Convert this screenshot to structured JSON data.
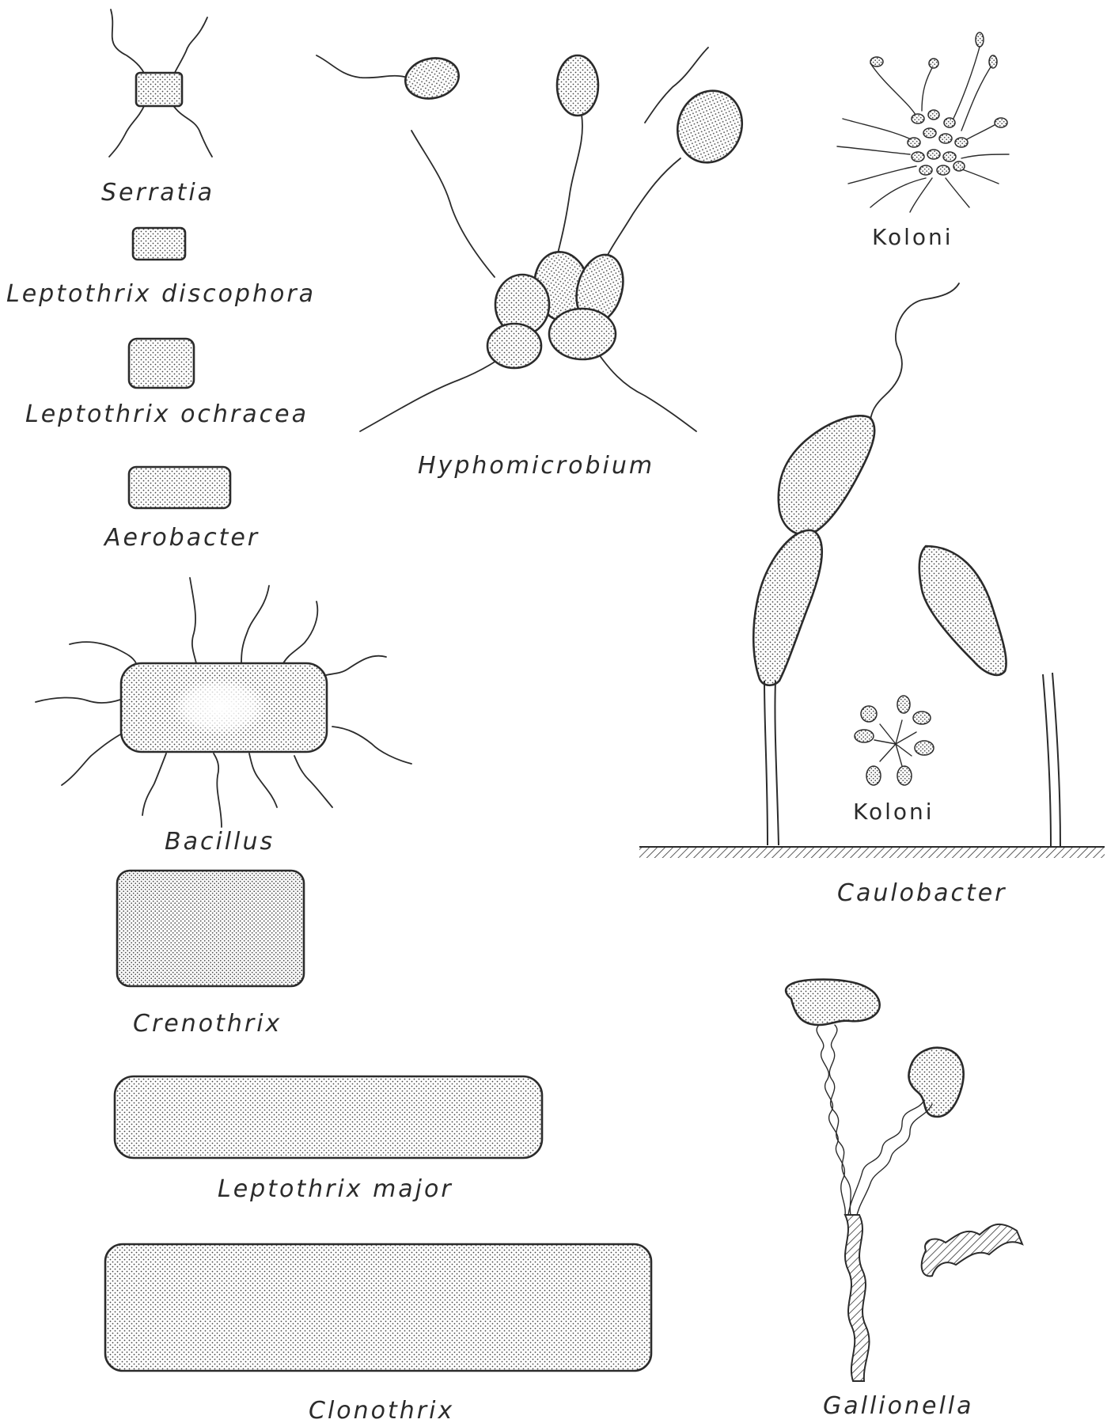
{
  "labels": {
    "serratia": "Serratia",
    "leptothrix_discophora": "Leptothrix discophora",
    "leptothrix_ochracea": "Leptothrix ochracea",
    "aerobacter": "Aerobacter",
    "bacillus": "Bacillus",
    "crenothrix": "Crenothrix",
    "leptothrix_major": "Leptothrix major",
    "clonothrix": "Clonothrix",
    "hyphomicrobium": "Hyphomicrobium",
    "koloni_top": "Koloni",
    "koloni_caulobacter": "Koloni",
    "caulobacter": "Caulobacter",
    "gallionella": "Gallionella"
  }
}
